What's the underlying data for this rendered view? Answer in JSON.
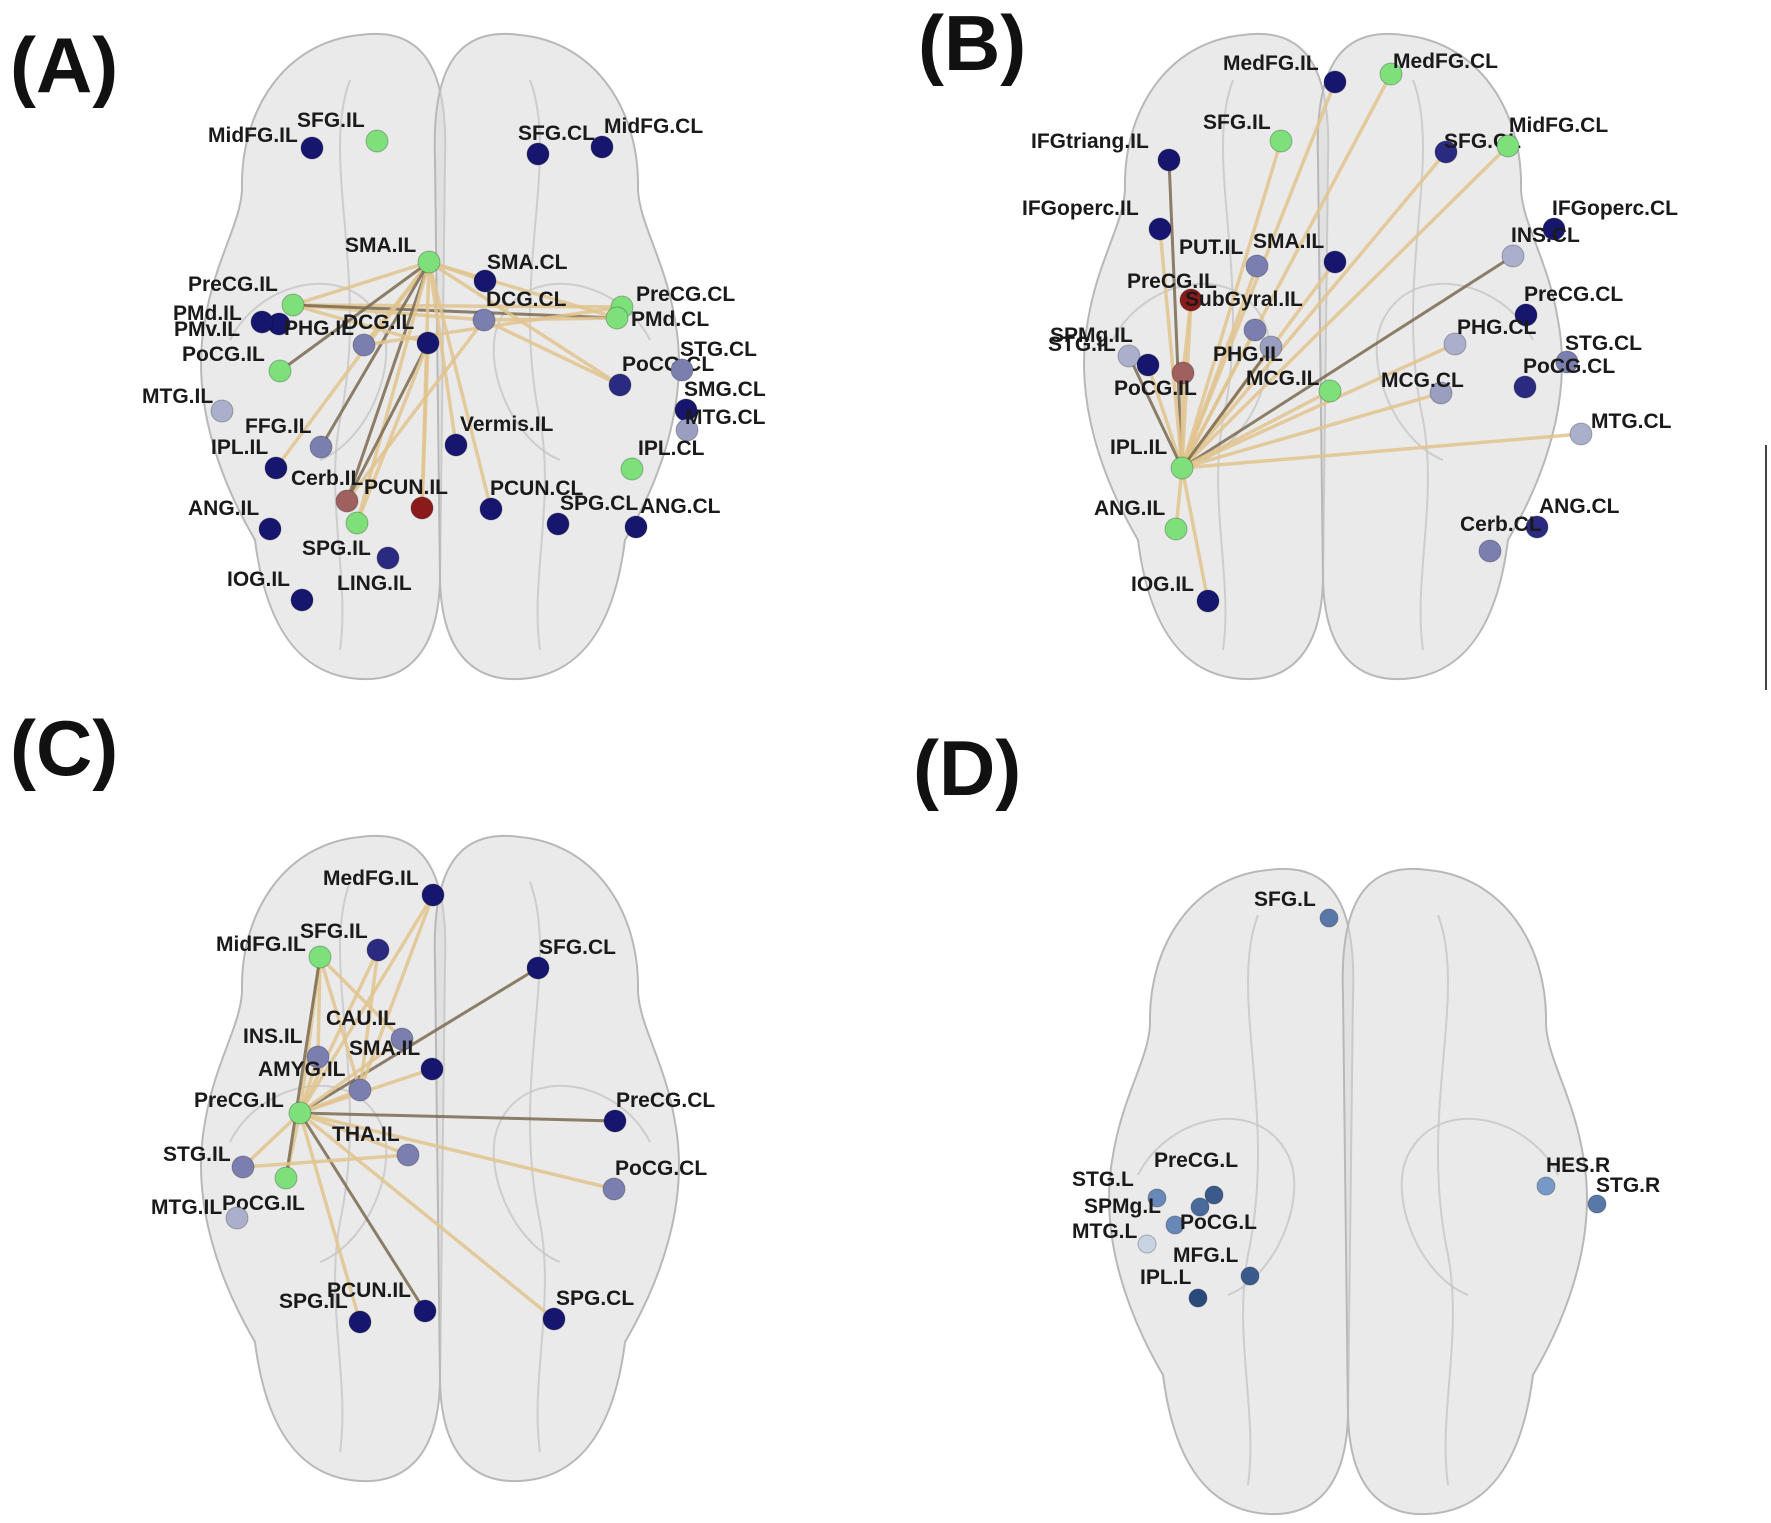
{
  "panels": [
    {
      "id": "A",
      "letter": "(A)",
      "nodes": [
        {
          "label": "MidFG.IL",
          "color": "#16166e"
        },
        {
          "label": "SFG.IL",
          "color": "#7de07a"
        },
        {
          "label": "SFG.CL",
          "color": "#16166e"
        },
        {
          "label": "MidFG.CL",
          "color": "#16166e"
        },
        {
          "label": "SMA.IL",
          "color": "#7de07a"
        },
        {
          "label": "SMA.CL",
          "color": "#16166e"
        },
        {
          "label": "PreCG.IL",
          "color": "#7de07a"
        },
        {
          "label": "PMd.IL",
          "color": "#16166e"
        },
        {
          "label": "PMv.IL",
          "color": "#16166e"
        },
        {
          "label": "PHG.IL",
          "color": "#7a7fb0"
        },
        {
          "label": "DCG.IL",
          "color": "#16166e"
        },
        {
          "label": "DCG.CL",
          "color": "#7a7fb0"
        },
        {
          "label": "PreCG.CL",
          "color": "#7de07a"
        },
        {
          "label": "PMd.CL",
          "color": "#7de07a"
        },
        {
          "label": "PoCG.IL",
          "color": "#7de07a"
        },
        {
          "label": "PoCG.CL",
          "color": "#2a2a80"
        },
        {
          "label": "STG.CL",
          "color": "#7a7fb0"
        },
        {
          "label": "MTG.IL",
          "color": "#aab0cc"
        },
        {
          "label": "SMG.CL",
          "color": "#16166e"
        },
        {
          "label": "MTG.CL",
          "color": "#9a9ec0"
        },
        {
          "label": "FFG.IL",
          "color": "#7a7fb0"
        },
        {
          "label": "Vermis.IL",
          "color": "#16166e"
        },
        {
          "label": "IPL.IL",
          "color": "#16166e"
        },
        {
          "label": "IPL.CL",
          "color": "#7de07a"
        },
        {
          "label": "Cerb.IL",
          "color": "#a06060"
        },
        {
          "label": "PCUN.IL",
          "color": "#8b1a1a"
        },
        {
          "label": "PCUN.CL",
          "color": "#16166e"
        },
        {
          "label": "SPG.CL",
          "color": "#16166e"
        },
        {
          "label": "ANG.CL",
          "color": "#16166e"
        },
        {
          "label": "ANG.IL",
          "color": "#16166e"
        },
        {
          "label": "SPG.IL",
          "color": "#7de07a"
        },
        {
          "label": "LING.IL",
          "color": "#2a2a80"
        },
        {
          "label": "IOG.IL",
          "color": "#16166e"
        }
      ],
      "edges": [
        [
          "PreCG.IL",
          "SMA.IL"
        ],
        [
          "PreCG.IL",
          "DCG.CL"
        ],
        [
          "PreCG.IL",
          "PreCG.CL"
        ],
        [
          "PreCG.IL",
          "PMd.CL"
        ],
        [
          "SMA.IL",
          "PMd.CL"
        ],
        [
          "SMA.IL",
          "PoCG.CL"
        ],
        [
          "SMA.IL",
          "SMA.CL"
        ],
        [
          "SMA.IL",
          "PHG.IL"
        ],
        [
          "SMA.IL",
          "Cerb.IL"
        ],
        [
          "SMA.IL",
          "SPG.IL"
        ],
        [
          "SMA.IL",
          "PCUN.IL"
        ],
        [
          "SMA.IL",
          "Vermis.IL"
        ],
        [
          "SMA.IL",
          "IPL.IL"
        ],
        [
          "SMA.IL",
          "FFG.IL"
        ],
        [
          "SMA.IL",
          "PCUN.CL"
        ],
        [
          "DCG.CL",
          "PMd.CL"
        ],
        [
          "DCG.CL",
          "PoCG.CL"
        ],
        [
          "DCG.CL",
          "Cerb.IL"
        ],
        [
          "DCG.IL",
          "Cerb.IL"
        ],
        [
          "DCG.IL",
          "SPG.IL"
        ],
        [
          "DCG.IL",
          "PCUN.IL"
        ],
        [
          "PHG.IL",
          "PreCG.CL"
        ],
        [
          "PreCG.IL",
          "DCG.IL"
        ],
        [
          "SMA.IL",
          "PoCG.IL"
        ]
      ]
    },
    {
      "id": "B",
      "letter": "(B)",
      "nodes": [
        {
          "label": "MedFG.IL",
          "color": "#16166e"
        },
        {
          "label": "MedFG.CL",
          "color": "#7de07a"
        },
        {
          "label": "SFG.IL",
          "color": "#7de07a"
        },
        {
          "label": "IFGtriang.IL",
          "color": "#16166e"
        },
        {
          "label": "SFG.CL",
          "color": "#2a2a80"
        },
        {
          "label": "MidFG.CL",
          "color": "#7de07a"
        },
        {
          "label": "IFGoperc.IL",
          "color": "#16166e"
        },
        {
          "label": "IFGoperc.CL",
          "color": "#16166e"
        },
        {
          "label": "PUT.IL",
          "color": "#7a7fb0"
        },
        {
          "label": "SMA.IL",
          "color": "#16166e"
        },
        {
          "label": "INS.CL",
          "color": "#aab0cc"
        },
        {
          "label": "PreCG.IL",
          "color": "#8b1a1a"
        },
        {
          "label": "SubGyral.IL",
          "color": "#7a7fb0"
        },
        {
          "label": "PreCG.CL",
          "color": "#16166e"
        },
        {
          "label": "SPMg.IL",
          "color": "#aab0cc"
        },
        {
          "label": "PHG.CL",
          "color": "#aab0cc"
        },
        {
          "label": "STG.IL",
          "color": "#16166e"
        },
        {
          "label": "PHG.IL",
          "color": "#9a9ec0"
        },
        {
          "label": "STG.CL",
          "color": "#7a7fb0"
        },
        {
          "label": "PoCG.CL",
          "color": "#2a2a80"
        },
        {
          "label": "PoCG.IL",
          "color": "#a06060"
        },
        {
          "label": "MCG.IL",
          "color": "#7de07a"
        },
        {
          "label": "MCG.CL",
          "color": "#9a9ec0"
        },
        {
          "label": "MTG.CL",
          "color": "#aab0cc"
        },
        {
          "label": "IPL.IL",
          "color": "#7de07a"
        },
        {
          "label": "ANG.IL",
          "color": "#7de07a"
        },
        {
          "label": "ANG.CL",
          "color": "#2a2a80"
        },
        {
          "label": "Cerb.CL",
          "color": "#7a7fb0"
        },
        {
          "label": "IOG.IL",
          "color": "#16166e"
        }
      ],
      "edges": [
        [
          "IPL.IL",
          "MedFG.IL"
        ],
        [
          "IPL.IL",
          "MedFG.CL"
        ],
        [
          "IPL.IL",
          "SFG.IL"
        ],
        [
          "IPL.IL",
          "IFGtriang.IL"
        ],
        [
          "IPL.IL",
          "SFG.CL"
        ],
        [
          "IPL.IL",
          "MidFG.CL"
        ],
        [
          "IPL.IL",
          "PUT.IL"
        ],
        [
          "IPL.IL",
          "SMA.IL"
        ],
        [
          "IPL.IL",
          "INS.CL"
        ],
        [
          "IPL.IL",
          "PreCG.IL"
        ],
        [
          "IPL.IL",
          "SubGyral.IL"
        ],
        [
          "IPL.IL",
          "PHG.CL"
        ],
        [
          "IPL.IL",
          "STG.IL"
        ],
        [
          "IPL.IL",
          "PHG.IL"
        ],
        [
          "IPL.IL",
          "PoCG.IL"
        ],
        [
          "IPL.IL",
          "MCG.IL"
        ],
        [
          "IPL.IL",
          "MCG.CL"
        ],
        [
          "IPL.IL",
          "MTG.CL"
        ],
        [
          "IPL.IL",
          "SPMg.IL"
        ],
        [
          "IPL.IL",
          "IOG.IL"
        ],
        [
          "PreCG.IL",
          "PoCG.IL"
        ],
        [
          "IPL.IL",
          "IFGoperc.IL"
        ],
        [
          "IPL.IL",
          "ANG.IL"
        ]
      ]
    },
    {
      "id": "C",
      "letter": "(C)",
      "nodes": [
        {
          "label": "MedFG.IL",
          "color": "#16166e"
        },
        {
          "label": "SFG.IL",
          "color": "#2a2a80"
        },
        {
          "label": "MidFG.IL",
          "color": "#7de07a"
        },
        {
          "label": "SFG.CL",
          "color": "#16166e"
        },
        {
          "label": "CAU.IL",
          "color": "#7a7fb0"
        },
        {
          "label": "INS.IL",
          "color": "#7a7fb0"
        },
        {
          "label": "SMA.IL",
          "color": "#16166e"
        },
        {
          "label": "AMYG.IL",
          "color": "#7a7fb0"
        },
        {
          "label": "PreCG.IL",
          "color": "#7de07a"
        },
        {
          "label": "PreCG.CL",
          "color": "#16166e"
        },
        {
          "label": "THA.IL",
          "color": "#7a7fb0"
        },
        {
          "label": "STG.IL",
          "color": "#7a7fb0"
        },
        {
          "label": "PoCG.CL",
          "color": "#7a7fb0"
        },
        {
          "label": "PoCG.IL",
          "color": "#7de07a"
        },
        {
          "label": "MTG.IL",
          "color": "#aab0cc"
        },
        {
          "label": "PCUN.IL",
          "color": "#16166e"
        },
        {
          "label": "SPG.IL",
          "color": "#16166e"
        },
        {
          "label": "SPG.CL",
          "color": "#16166e"
        }
      ],
      "edges": [
        [
          "PreCG.IL",
          "MedFG.IL"
        ],
        [
          "PreCG.IL",
          "SFG.IL"
        ],
        [
          "PreCG.IL",
          "MidFG.IL"
        ],
        [
          "PreCG.IL",
          "SFG.CL"
        ],
        [
          "PreCG.IL",
          "CAU.IL"
        ],
        [
          "PreCG.IL",
          "INS.IL"
        ],
        [
          "PreCG.IL",
          "SMA.IL"
        ],
        [
          "PreCG.IL",
          "AMYG.IL"
        ],
        [
          "PreCG.IL",
          "PreCG.CL"
        ],
        [
          "PreCG.IL",
          "THA.IL"
        ],
        [
          "PreCG.IL",
          "STG.IL"
        ],
        [
          "PreCG.IL",
          "PoCG.CL"
        ],
        [
          "PreCG.IL",
          "PoCG.IL"
        ],
        [
          "PreCG.IL",
          "PCUN.IL"
        ],
        [
          "PreCG.IL",
          "SPG.IL"
        ],
        [
          "PreCG.IL",
          "SPG.CL"
        ],
        [
          "MidFG.IL",
          "INS.IL"
        ],
        [
          "MidFG.IL",
          "AMYG.IL"
        ],
        [
          "MidFG.IL",
          "PoCG.IL"
        ],
        [
          "MidFG.IL",
          "CAU.IL"
        ],
        [
          "MedFG.IL",
          "AMYG.IL"
        ],
        [
          "SFG.IL",
          "AMYG.IL"
        ],
        [
          "STG.IL",
          "THA.IL"
        ]
      ]
    },
    {
      "id": "D",
      "letter": "(D)",
      "nodes": [
        {
          "label": "SFG.L",
          "color": "#5878a8"
        },
        {
          "label": "PreCG.L",
          "color": "#3a5a8c"
        },
        {
          "label": "STG.L",
          "color": "#6888b8"
        },
        {
          "label": "SPMg.L",
          "color": "#6888b8"
        },
        {
          "label": "PoCG.L",
          "color": "#4a6a9c"
        },
        {
          "label": "MTG.L",
          "color": "#c8d4e4"
        },
        {
          "label": "MFG.L",
          "color": "#3a5a8c"
        },
        {
          "label": "IPL.L",
          "color": "#2a4a7c"
        },
        {
          "label": "HES.R",
          "color": "#7898c8"
        },
        {
          "label": "STG.R",
          "color": "#5878a8"
        }
      ],
      "edges": []
    }
  ]
}
